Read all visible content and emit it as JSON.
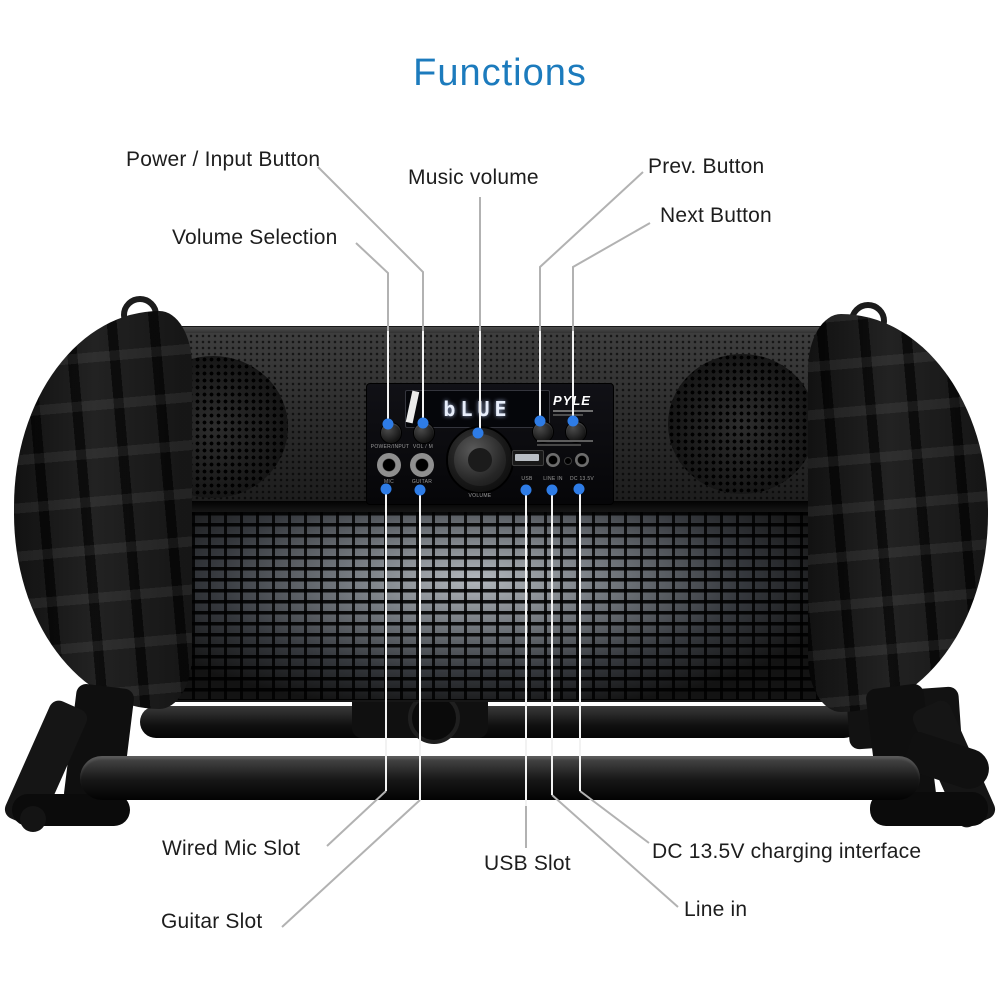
{
  "title": {
    "text": "Functions",
    "color": "#1c7bbd"
  },
  "colors": {
    "dot_blue": "#2e7ce6",
    "line_gray": "#b2b2b2",
    "line_white": "#f2f2f2",
    "label_text": "#1d1d1d"
  },
  "callouts": {
    "power_input": {
      "label": "Power / Input Button"
    },
    "volume_selection": {
      "label": "Volume Selection"
    },
    "music_volume": {
      "label": "Music volume"
    },
    "prev_button": {
      "label": "Prev. Button"
    },
    "next_button": {
      "label": "Next Button"
    },
    "wired_mic": {
      "label": "Wired Mic Slot"
    },
    "guitar": {
      "label": "Guitar Slot"
    },
    "usb": {
      "label": "USB Slot"
    },
    "dc_charging": {
      "label": "DC 13.5V charging interface"
    },
    "line_in": {
      "label": "Line in"
    }
  },
  "device": {
    "brand": "PYLE",
    "display_text": "bLUE",
    "volume_knob_label": "VOLUME",
    "panel_labels": {
      "power": "POWER/INPUT",
      "vol": "VOL / M",
      "mic": "MIC",
      "guitar": "GUITAR",
      "usb": "USB",
      "line_in": "LINE IN",
      "dc": "DC 13.5V"
    }
  }
}
